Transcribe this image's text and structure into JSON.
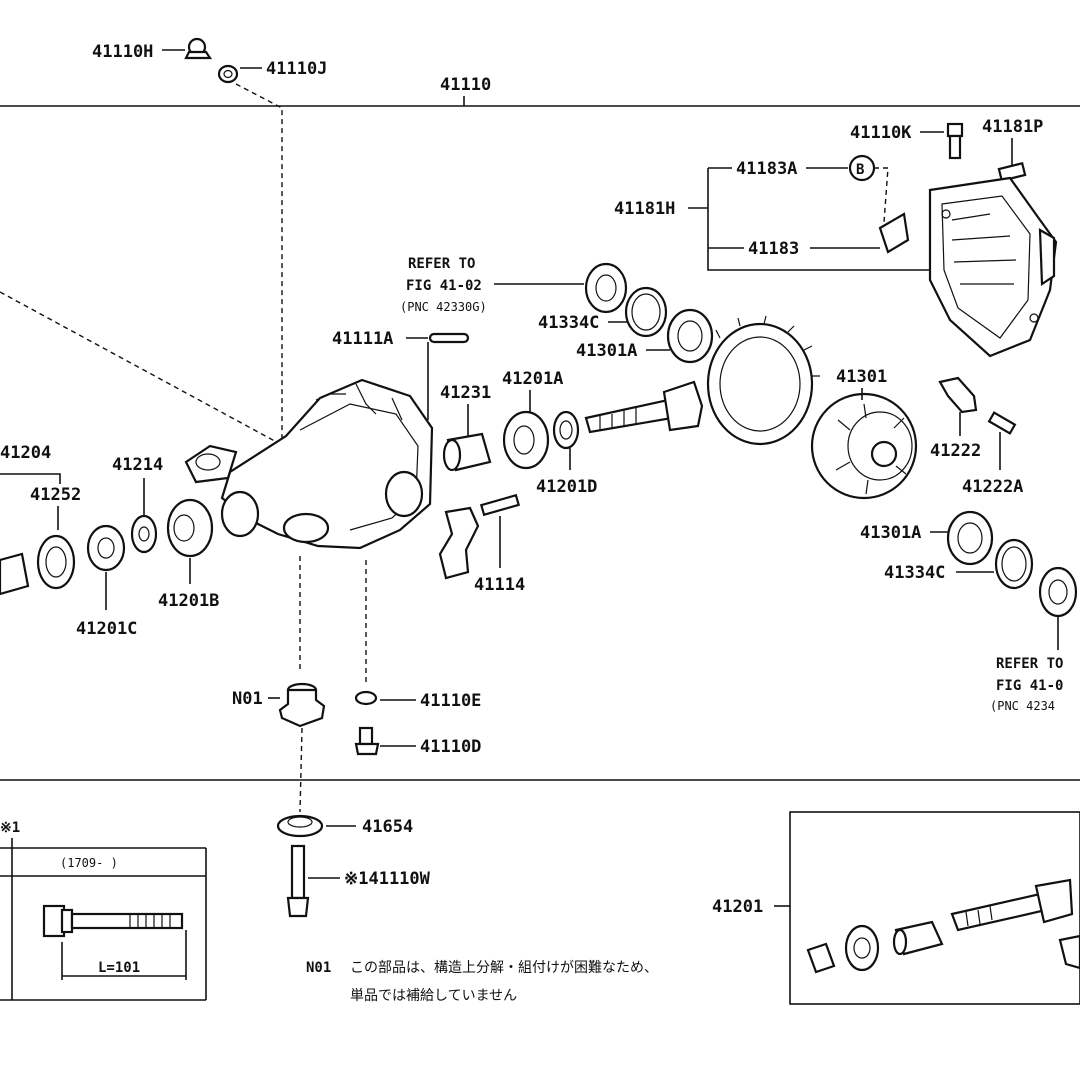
{
  "parts": {
    "p41110H": "41110H",
    "p41110J": "41110J",
    "p41110": "41110",
    "p41110K": "41110K",
    "p41181P": "41181P",
    "p41183A": "41183A",
    "p41181H": "41181H",
    "p41183": "41183",
    "p41334C_top": "41334C",
    "p41301A_top": "41301A",
    "p41111A": "41111A",
    "p41231": "41231",
    "p41201A": "41201A",
    "p41201D": "41201D",
    "p41301": "41301",
    "p41222": "41222",
    "p41222A": "41222A",
    "p41204": "41204",
    "p41252": "41252",
    "p41214": "41214",
    "p41201B": "41201B",
    "p41201C": "41201C",
    "p41114": "41114",
    "p41301A_bot": "41301A",
    "p41334C_bot": "41334C",
    "pN01": "N01",
    "p41110E": "41110E",
    "p41110D": "41110D",
    "p41654": "41654",
    "p41110W": "※141110W",
    "p41201": "41201"
  },
  "refer_top": {
    "l1": "REFER TO",
    "l2": "FIG 41-02",
    "l3": "(PNC 42330G)"
  },
  "refer_right": {
    "l1": "REFER TO",
    "l2": "FIG 41-0",
    "l3": "(PNC 4234"
  },
  "callout_b": "B",
  "inset": {
    "mark": "※1",
    "period": "(1709-        )",
    "length": "L=101"
  },
  "note": {
    "prefix": "N01",
    "line1": "この部品は、構造上分解・組付けが困難なため、",
    "line2": "単品では補給していません"
  }
}
